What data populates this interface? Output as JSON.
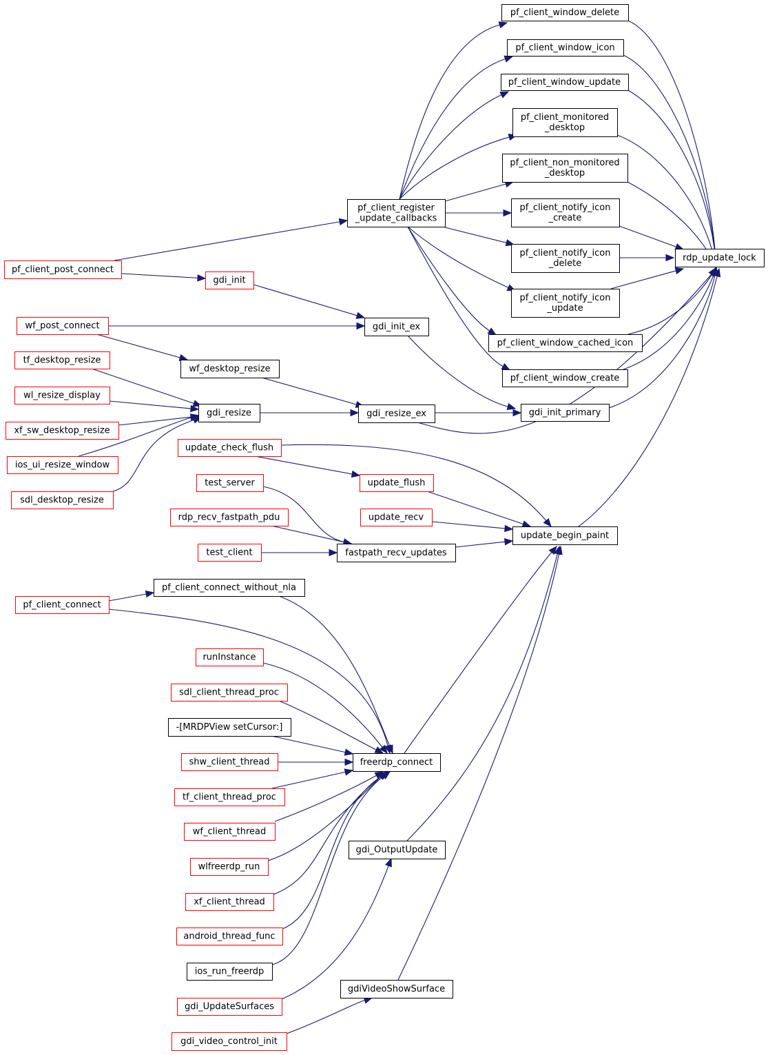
{
  "colors": {
    "edge": "#191970",
    "node_border_normal": "#000000",
    "node_border_external": "#ff0000",
    "root_fill": "#bfbfbf",
    "background": "#ffffff"
  },
  "graph": {
    "root": "rdp_update_lock",
    "nodes": [
      {
        "id": "rdp_update_lock",
        "lines": [
          "rdp_update_lock"
        ],
        "style": "root"
      },
      {
        "id": "pf_client_window_delete",
        "lines": [
          "pf_client_window_delete"
        ],
        "style": "normal"
      },
      {
        "id": "pf_client_window_icon",
        "lines": [
          "pf_client_window_icon"
        ],
        "style": "normal"
      },
      {
        "id": "pf_client_window_update",
        "lines": [
          "pf_client_window_update"
        ],
        "style": "normal"
      },
      {
        "id": "pf_client_monitored_desktop",
        "lines": [
          "pf_client_monitored",
          "_desktop"
        ],
        "style": "normal"
      },
      {
        "id": "pf_client_non_monitored_desktop",
        "lines": [
          "pf_client_non_monitored",
          "_desktop"
        ],
        "style": "normal"
      },
      {
        "id": "pf_client_notify_icon_create",
        "lines": [
          "pf_client_notify_icon",
          "_create"
        ],
        "style": "normal"
      },
      {
        "id": "pf_client_notify_icon_delete",
        "lines": [
          "pf_client_notify_icon",
          "_delete"
        ],
        "style": "normal"
      },
      {
        "id": "pf_client_notify_icon_update",
        "lines": [
          "pf_client_notify_icon",
          "_update"
        ],
        "style": "normal"
      },
      {
        "id": "pf_client_window_cached_icon",
        "lines": [
          "pf_client_window_cached_icon"
        ],
        "style": "normal"
      },
      {
        "id": "pf_client_window_create",
        "lines": [
          "pf_client_window_create"
        ],
        "style": "normal"
      },
      {
        "id": "gdi_init_primary",
        "lines": [
          "gdi_init_primary"
        ],
        "style": "normal"
      },
      {
        "id": "update_begin_paint",
        "lines": [
          "update_begin_paint"
        ],
        "style": "normal"
      },
      {
        "id": "pf_client_register_update_callbacks",
        "lines": [
          "pf_client_register",
          "_update_callbacks"
        ],
        "style": "normal"
      },
      {
        "id": "gdi_init_ex",
        "lines": [
          "gdi_init_ex"
        ],
        "style": "normal"
      },
      {
        "id": "gdi_resize_ex",
        "lines": [
          "gdi_resize_ex"
        ],
        "style": "normal"
      },
      {
        "id": "update_flush",
        "lines": [
          "update_flush"
        ],
        "style": "external"
      },
      {
        "id": "update_recv",
        "lines": [
          "update_recv"
        ],
        "style": "external"
      },
      {
        "id": "fastpath_recv_updates",
        "lines": [
          "fastpath_recv_updates"
        ],
        "style": "normal"
      },
      {
        "id": "freerdp_connect",
        "lines": [
          "freerdp_connect"
        ],
        "style": "normal"
      },
      {
        "id": "gdi_OutputUpdate",
        "lines": [
          "gdi_OutputUpdate"
        ],
        "style": "normal"
      },
      {
        "id": "gdiVideoShowSurface",
        "lines": [
          "gdiVideoShowSurface"
        ],
        "style": "normal"
      },
      {
        "id": "pf_client_post_connect",
        "lines": [
          "pf_client_post_connect"
        ],
        "style": "external"
      },
      {
        "id": "gdi_init",
        "lines": [
          "gdi_init"
        ],
        "style": "external"
      },
      {
        "id": "wf_post_connect",
        "lines": [
          "wf_post_connect"
        ],
        "style": "external"
      },
      {
        "id": "wf_desktop_resize",
        "lines": [
          "wf_desktop_resize"
        ],
        "style": "normal"
      },
      {
        "id": "gdi_resize",
        "lines": [
          "gdi_resize"
        ],
        "style": "normal"
      },
      {
        "id": "tf_desktop_resize",
        "lines": [
          "tf_desktop_resize"
        ],
        "style": "external"
      },
      {
        "id": "wl_resize_display",
        "lines": [
          "wl_resize_display"
        ],
        "style": "external"
      },
      {
        "id": "xf_sw_desktop_resize",
        "lines": [
          "xf_sw_desktop_resize"
        ],
        "style": "external"
      },
      {
        "id": "ios_ui_resize_window",
        "lines": [
          "ios_ui_resize_window"
        ],
        "style": "external"
      },
      {
        "id": "sdl_desktop_resize",
        "lines": [
          "sdl_desktop_resize"
        ],
        "style": "external"
      },
      {
        "id": "update_check_flush",
        "lines": [
          "update_check_flush"
        ],
        "style": "external"
      },
      {
        "id": "test_server",
        "lines": [
          "test_server"
        ],
        "style": "external"
      },
      {
        "id": "rdp_recv_fastpath_pdu",
        "lines": [
          "rdp_recv_fastpath_pdu"
        ],
        "style": "external"
      },
      {
        "id": "test_client",
        "lines": [
          "test_client"
        ],
        "style": "external"
      },
      {
        "id": "pf_client_connect_without_nla",
        "lines": [
          "pf_client_connect_without_nla"
        ],
        "style": "normal"
      },
      {
        "id": "pf_client_connect",
        "lines": [
          "pf_client_connect"
        ],
        "style": "external"
      },
      {
        "id": "runInstance",
        "lines": [
          "runInstance"
        ],
        "style": "external"
      },
      {
        "id": "sdl_client_thread_proc",
        "lines": [
          "sdl_client_thread_proc"
        ],
        "style": "external"
      },
      {
        "id": "MRDPView_setCursor",
        "lines": [
          "-[MRDPView setCursor:]"
        ],
        "style": "normal"
      },
      {
        "id": "shw_client_thread",
        "lines": [
          "shw_client_thread"
        ],
        "style": "external"
      },
      {
        "id": "tf_client_thread_proc",
        "lines": [
          "tf_client_thread_proc"
        ],
        "style": "external"
      },
      {
        "id": "wf_client_thread",
        "lines": [
          "wf_client_thread"
        ],
        "style": "external"
      },
      {
        "id": "wlfreerdp_run",
        "lines": [
          "wlfreerdp_run"
        ],
        "style": "external"
      },
      {
        "id": "xf_client_thread",
        "lines": [
          "xf_client_thread"
        ],
        "style": "external"
      },
      {
        "id": "android_thread_func",
        "lines": [
          "android_thread_func"
        ],
        "style": "external"
      },
      {
        "id": "ios_run_freerdp",
        "lines": [
          "ios_run_freerdp"
        ],
        "style": "normal"
      },
      {
        "id": "gdi_UpdateSurfaces",
        "lines": [
          "gdi_UpdateSurfaces"
        ],
        "style": "external"
      },
      {
        "id": "gdi_video_control_init",
        "lines": [
          "gdi_video_control_init"
        ],
        "style": "external"
      }
    ],
    "edges": [
      [
        "pf_client_window_delete",
        "rdp_update_lock"
      ],
      [
        "pf_client_window_icon",
        "rdp_update_lock"
      ],
      [
        "pf_client_window_update",
        "rdp_update_lock"
      ],
      [
        "pf_client_monitored_desktop",
        "rdp_update_lock"
      ],
      [
        "pf_client_non_monitored_desktop",
        "rdp_update_lock"
      ],
      [
        "pf_client_notify_icon_create",
        "rdp_update_lock"
      ],
      [
        "pf_client_notify_icon_delete",
        "rdp_update_lock"
      ],
      [
        "pf_client_notify_icon_update",
        "rdp_update_lock"
      ],
      [
        "pf_client_window_cached_icon",
        "rdp_update_lock"
      ],
      [
        "pf_client_window_create",
        "rdp_update_lock"
      ],
      [
        "gdi_init_primary",
        "rdp_update_lock"
      ],
      [
        "gdi_resize_ex",
        "rdp_update_lock"
      ],
      [
        "update_begin_paint",
        "rdp_update_lock"
      ],
      [
        "pf_client_register_update_callbacks",
        "pf_client_window_delete"
      ],
      [
        "pf_client_register_update_callbacks",
        "pf_client_window_icon"
      ],
      [
        "pf_client_register_update_callbacks",
        "pf_client_window_update"
      ],
      [
        "pf_client_register_update_callbacks",
        "pf_client_monitored_desktop"
      ],
      [
        "pf_client_register_update_callbacks",
        "pf_client_non_monitored_desktop"
      ],
      [
        "pf_client_register_update_callbacks",
        "pf_client_notify_icon_create"
      ],
      [
        "pf_client_register_update_callbacks",
        "pf_client_notify_icon_delete"
      ],
      [
        "pf_client_register_update_callbacks",
        "pf_client_notify_icon_update"
      ],
      [
        "pf_client_register_update_callbacks",
        "pf_client_window_cached_icon"
      ],
      [
        "pf_client_register_update_callbacks",
        "pf_client_window_create"
      ],
      [
        "pf_client_post_connect",
        "pf_client_register_update_callbacks"
      ],
      [
        "pf_client_post_connect",
        "gdi_init"
      ],
      [
        "gdi_init",
        "gdi_init_ex"
      ],
      [
        "wf_post_connect",
        "gdi_init_ex"
      ],
      [
        "gdi_init_ex",
        "gdi_init_primary"
      ],
      [
        "gdi_resize_ex",
        "gdi_init_primary"
      ],
      [
        "wf_post_connect",
        "wf_desktop_resize"
      ],
      [
        "wf_desktop_resize",
        "gdi_resize_ex"
      ],
      [
        "gdi_resize",
        "gdi_resize_ex"
      ],
      [
        "tf_desktop_resize",
        "gdi_resize"
      ],
      [
        "wl_resize_display",
        "gdi_resize"
      ],
      [
        "xf_sw_desktop_resize",
        "gdi_resize"
      ],
      [
        "ios_ui_resize_window",
        "gdi_resize"
      ],
      [
        "sdl_desktop_resize",
        "gdi_resize"
      ],
      [
        "update_check_flush",
        "update_flush"
      ],
      [
        "update_check_flush",
        "update_begin_paint"
      ],
      [
        "update_flush",
        "update_begin_paint"
      ],
      [
        "update_recv",
        "update_begin_paint"
      ],
      [
        "fastpath_recv_updates",
        "update_begin_paint"
      ],
      [
        "test_server",
        "fastpath_recv_updates"
      ],
      [
        "rdp_recv_fastpath_pdu",
        "fastpath_recv_updates"
      ],
      [
        "test_client",
        "fastpath_recv_updates"
      ],
      [
        "freerdp_connect",
        "update_begin_paint"
      ],
      [
        "gdi_OutputUpdate",
        "update_begin_paint"
      ],
      [
        "gdiVideoShowSurface",
        "update_begin_paint"
      ],
      [
        "pf_client_connect",
        "pf_client_connect_without_nla"
      ],
      [
        "pf_client_connect_without_nla",
        "freerdp_connect"
      ],
      [
        "pf_client_connect",
        "freerdp_connect"
      ],
      [
        "runInstance",
        "freerdp_connect"
      ],
      [
        "sdl_client_thread_proc",
        "freerdp_connect"
      ],
      [
        "MRDPView_setCursor",
        "freerdp_connect"
      ],
      [
        "shw_client_thread",
        "freerdp_connect"
      ],
      [
        "tf_client_thread_proc",
        "freerdp_connect"
      ],
      [
        "wf_client_thread",
        "freerdp_connect"
      ],
      [
        "wlfreerdp_run",
        "freerdp_connect"
      ],
      [
        "xf_client_thread",
        "freerdp_connect"
      ],
      [
        "android_thread_func",
        "freerdp_connect"
      ],
      [
        "ios_run_freerdp",
        "freerdp_connect"
      ],
      [
        "gdi_UpdateSurfaces",
        "gdi_OutputUpdate"
      ],
      [
        "gdi_video_control_init",
        "gdiVideoShowSurface"
      ]
    ]
  }
}
